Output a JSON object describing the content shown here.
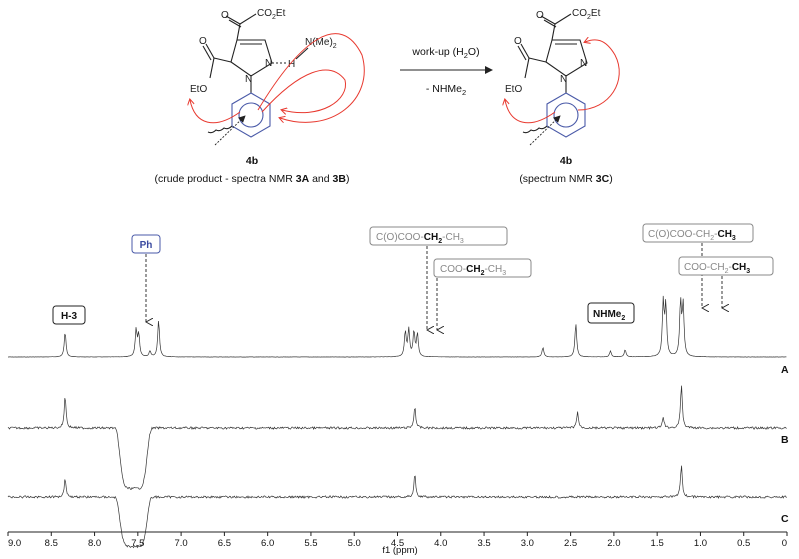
{
  "scheme": {
    "compound_left": "4b",
    "compound_right": "4b",
    "caption_left_pre": "(crude product - spectra NMR ",
    "caption_left_b1": "3A",
    "caption_left_mid": " and ",
    "caption_left_b2": "3B",
    "caption_left_post": ")",
    "caption_right_pre": "(spectrum NMR ",
    "caption_right_b": "3C",
    "caption_right_post": ")",
    "arrow_top": "work-up (H",
    "arrow_top_sub": "2",
    "arrow_top_post": "O)",
    "arrow_bottom": "- NHMe",
    "arrow_bottom_sub": "2",
    "co2et_main": "CO",
    "co2et_sub": "2",
    "co2et_post": "Et",
    "eto": "EtO",
    "n1": "N",
    "n2": "N",
    "h": "H",
    "nme2_main": "N(Me)",
    "nme2_sub": "2",
    "o": "O"
  },
  "labels": {
    "h3": "H-3",
    "ph": "Ph",
    "nhme2_main": "NHMe",
    "nhme2_sub": "2",
    "ch2_a_pre": "C(O)COO-",
    "ch2_a_bold": "CH",
    "ch2_a_sub": "2",
    "ch2_a_post": "-CH",
    "ch2_a_post_sub": "3",
    "ch2_b_pre": "COO-",
    "ch2_b_bold": "CH",
    "ch2_b_sub": "2",
    "ch2_b_post": "-CH",
    "ch2_b_post_sub": "3",
    "ch3_a_pre": "C(O)COO-CH",
    "ch3_a_sub": "2",
    "ch3_a_mid": "-",
    "ch3_a_bold": "CH",
    "ch3_a_bold_sub": "3",
    "ch3_b_pre": "COO-CH",
    "ch3_b_sub": "2",
    "ch3_b_mid": "-",
    "ch3_b_bold": "CH",
    "ch3_b_bold_sub": "3"
  },
  "chart_data": {
    "type": "line",
    "xlabel": "f1 (ppm)",
    "xlim": [
      9.0,
      0.0
    ],
    "x_reversed": true,
    "x_ticks": [
      "9.0",
      "8.5",
      "8.0",
      "7.5",
      "7.0",
      "6.5",
      "6.0",
      "5.5",
      "5.0",
      "4.5",
      "4.0",
      "3.5",
      "3.0",
      "2.5",
      "2.0",
      "1.5",
      "1.0",
      "0.5",
      "0"
    ],
    "series": [
      {
        "name": "A",
        "peaks": [
          {
            "ppm": 8.34,
            "height": 0.42
          },
          {
            "ppm": 7.52,
            "height": 0.45
          },
          {
            "ppm": 7.49,
            "height": 0.38
          },
          {
            "ppm": 7.36,
            "height": 0.1
          },
          {
            "ppm": 7.26,
            "height": 0.62
          },
          {
            "ppm": 4.41,
            "height": 0.42
          },
          {
            "ppm": 4.37,
            "height": 0.45
          },
          {
            "ppm": 4.31,
            "height": 0.42
          },
          {
            "ppm": 4.27,
            "height": 0.38
          },
          {
            "ppm": 2.82,
            "height": 0.16
          },
          {
            "ppm": 2.44,
            "height": 0.56
          },
          {
            "ppm": 2.04,
            "height": 0.1
          },
          {
            "ppm": 1.87,
            "height": 0.12
          },
          {
            "ppm": 1.43,
            "height": 0.9
          },
          {
            "ppm": 1.4,
            "height": 0.85
          },
          {
            "ppm": 1.23,
            "height": 0.9
          },
          {
            "ppm": 1.2,
            "height": 0.85
          }
        ]
      },
      {
        "name": "B",
        "peaks": [
          {
            "ppm": 8.34,
            "height": 0.6
          },
          {
            "ppm": 7.55,
            "height": -1.1,
            "width": 0.12
          },
          {
            "ppm": 4.3,
            "height": 0.4
          },
          {
            "ppm": 2.42,
            "height": 0.3
          },
          {
            "ppm": 1.43,
            "height": 0.2
          },
          {
            "ppm": 1.22,
            "height": 0.8
          }
        ]
      },
      {
        "name": "C",
        "peaks": [
          {
            "ppm": 8.34,
            "height": 0.35
          },
          {
            "ppm": 7.55,
            "height": -0.9,
            "width": 0.12
          },
          {
            "ppm": 4.3,
            "height": 0.42
          },
          {
            "ppm": 1.22,
            "height": 0.6
          }
        ]
      }
    ]
  }
}
